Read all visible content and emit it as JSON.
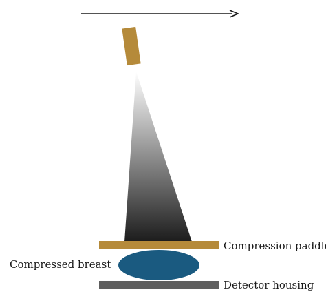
{
  "labels": {
    "compression_paddle": "Compression paddle",
    "compressed_breast": "Compressed breast",
    "detector_housing": "Detector housing"
  },
  "colors": {
    "tube": "#b58a3a",
    "paddle": "#b58a3a",
    "breast": "#1a5a80",
    "detector": "#5f5f5f",
    "beam_top": "#ffffff",
    "beam_bottom": "#1c1c1c",
    "arrow": "#1a1a1a"
  },
  "icons": {
    "motion": "right-arrow-icon"
  }
}
